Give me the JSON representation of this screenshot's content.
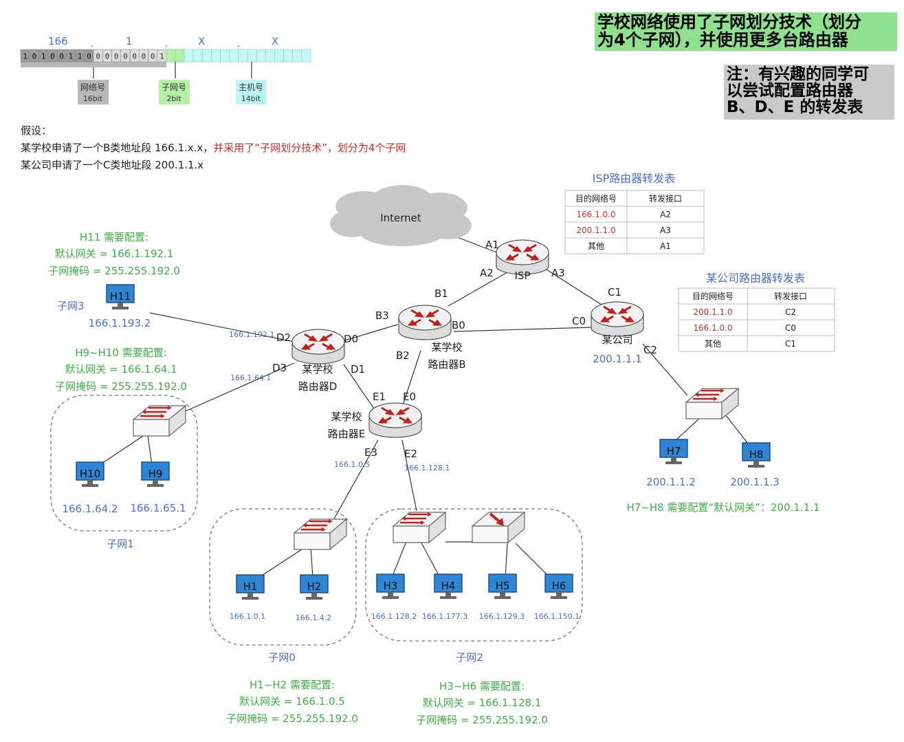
{
  "banner": {
    "line1": "学校网络使用了子网划分技术（划分",
    "line2": "为4个子网），并使用更多台路由器"
  },
  "note": {
    "line1": "注：有兴趣的同学可",
    "line2": "以尝试配置路由器",
    "line3": "B、D、E 的转发表"
  },
  "address_bar": {
    "top_labels": [
      "166",
      ".",
      "1",
      ".",
      "X",
      ".",
      "X"
    ],
    "bits": [
      "1",
      "0",
      "1",
      "0",
      "0",
      "1",
      "1",
      "0",
      "0",
      "0",
      "0",
      "0",
      "0",
      "0",
      "0",
      "1"
    ],
    "network_label": {
      "title": "网络号",
      "bits": "16bit"
    },
    "subnet_label": {
      "title": "子网号",
      "bits": "2bit"
    },
    "host_label": {
      "title": "主机号",
      "bits": "14bit"
    }
  },
  "assumptions": {
    "title": "假设：",
    "line1_a": "某学校申请了一个B类地址段 166.1.x.x，",
    "line1_b": "并采用了“子网划分技术”，划分为4个子网",
    "line2": "某公司申请了一个C类地址段 200.1.1.x"
  },
  "cloud": {
    "label": "Internet"
  },
  "isp_table": {
    "title": "ISP路由器转发表",
    "headers": [
      "目的网络号",
      "转发接口"
    ],
    "rows": [
      [
        "166.1.0.0",
        "A2"
      ],
      [
        "200.1.1.0",
        "A3"
      ],
      [
        "其他",
        "A1"
      ]
    ]
  },
  "company_table": {
    "title": "某公司路由器转发表",
    "headers": [
      "目的网络号",
      "转发接口"
    ],
    "rows": [
      [
        "200.1.1.0",
        "C2"
      ],
      [
        "166.1.0.0",
        "C0"
      ],
      [
        "其他",
        "C1"
      ]
    ]
  },
  "routers": {
    "isp": {
      "label": "ISP",
      "ports": [
        "A1",
        "A2",
        "A3"
      ]
    },
    "b": {
      "label1": "某学校",
      "label2": "路由器B",
      "ports": [
        "B1",
        "B3",
        "B0",
        "B2"
      ]
    },
    "company": {
      "label": "某公司",
      "ip": "200.1.1.1",
      "ports": [
        "C1",
        "C0",
        "C2"
      ]
    },
    "d": {
      "label1": "某学校",
      "label2": "路由器D",
      "ports": [
        "D2",
        "D0",
        "D3",
        "D1"
      ],
      "ip_d2": "166.1.192.1",
      "ip_d3": "166.1.64.1"
    },
    "e": {
      "label1": "某学校",
      "label2": "路由器E",
      "ports": [
        "E1",
        "E0",
        "E3",
        "E2"
      ],
      "ip_e3": "166.1.0.5",
      "ip_e2": "166.1.128.1"
    }
  },
  "h11_config": {
    "title": "H11 需要配置:",
    "gateway": "默认网关 = 166.1.192.1",
    "mask": "子网掩码 = 255.255.192.0"
  },
  "h9_config": {
    "title": "H9~H10 需要配置:",
    "gateway": "默认网关 = 166.1.64.1",
    "mask": "子网掩码 = 255.255.192.0"
  },
  "h1_config": {
    "title": "H1~H2 需要配置:",
    "gateway": "默认网关 = 166.1.0.5",
    "mask": "子网掩码 = 255.255.192.0"
  },
  "h3_config": {
    "title": "H3~H6 需要配置:",
    "gateway": "默认网关 = 166.1.128.1",
    "mask": "子网掩码 = 255.255.192.0"
  },
  "h7_config": {
    "text": "H7~H8 需要配置“默认网关”：200.1.1.1"
  },
  "subnets": {
    "s0": "子网0",
    "s1": "子网1",
    "s2": "子网2",
    "s3": "子网3"
  },
  "hosts": {
    "h11": {
      "name": "H11",
      "ip": "166.1.193.2"
    },
    "h10": {
      "name": "H10",
      "ip": "166.1.64.2"
    },
    "h9": {
      "name": "H9",
      "ip": "166.1.65.1"
    },
    "h1": {
      "name": "H1",
      "ip": "166.1.0.1"
    },
    "h2": {
      "name": "H2",
      "ip": "166.1.4.2"
    },
    "h3": {
      "name": "H3",
      "ip": "166.1.128.2"
    },
    "h4": {
      "name": "H4",
      "ip": "166.1.177.3"
    },
    "h5": {
      "name": "H5",
      "ip": "166.1.129.3"
    },
    "h6": {
      "name": "H6",
      "ip": "166.1.150.1"
    },
    "h7": {
      "name": "H7",
      "ip": "200.1.1.2"
    },
    "h8": {
      "name": "H8",
      "ip": "200.1.1.3"
    }
  },
  "colors": {
    "blue_text": "#4a6fd0",
    "green_text": "#3cb043",
    "red_text": "#d03030",
    "banner_bg": "#8fe08f",
    "note_bg": "#c9c9c9"
  }
}
